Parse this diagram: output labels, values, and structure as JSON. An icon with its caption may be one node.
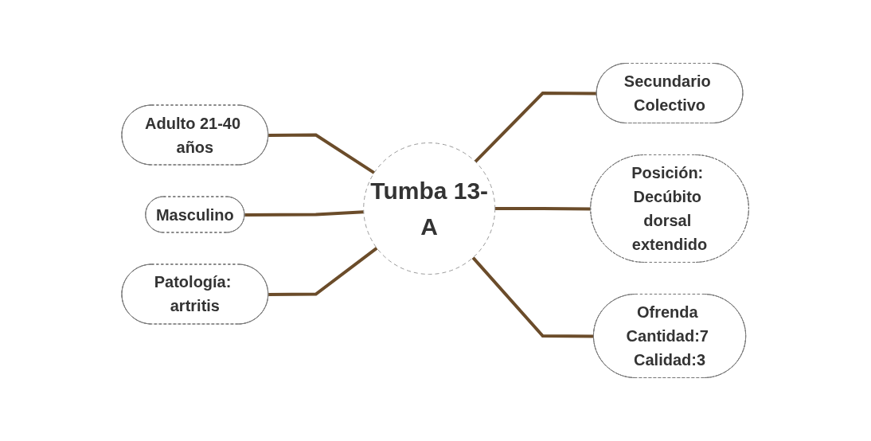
{
  "diagram": {
    "nodes": [
      {
        "text": [
          "Adulto 21-40 años"
        ]
      },
      {
        "text": [
          "Masculino"
        ]
      },
      {
        "text": [
          "Patología: artritis"
        ]
      },
      {
        "text": [
          "Tumba 13-A"
        ]
      },
      {
        "text": [
          "Secundario Colectivo"
        ]
      },
      {
        "text": [
          "Posición: Decúbito dorsal extendido"
        ]
      },
      {
        "text": [
          "Ofrenda Cantidad:7 Calidad:3"
        ]
      }
    ],
    "edges": [
      {
        "from": 0,
        "to": 3,
        "arrow": "none"
      },
      {
        "from": 1,
        "to": 3,
        "arrow": "none"
      },
      {
        "from": 2,
        "to": 3,
        "arrow": "none"
      },
      {
        "from": 3,
        "to": 4,
        "arrow": "none"
      },
      {
        "from": 3,
        "to": 5,
        "arrow": "none"
      },
      {
        "from": 3,
        "to": 6,
        "arrow": "none"
      }
    ]
  }
}
